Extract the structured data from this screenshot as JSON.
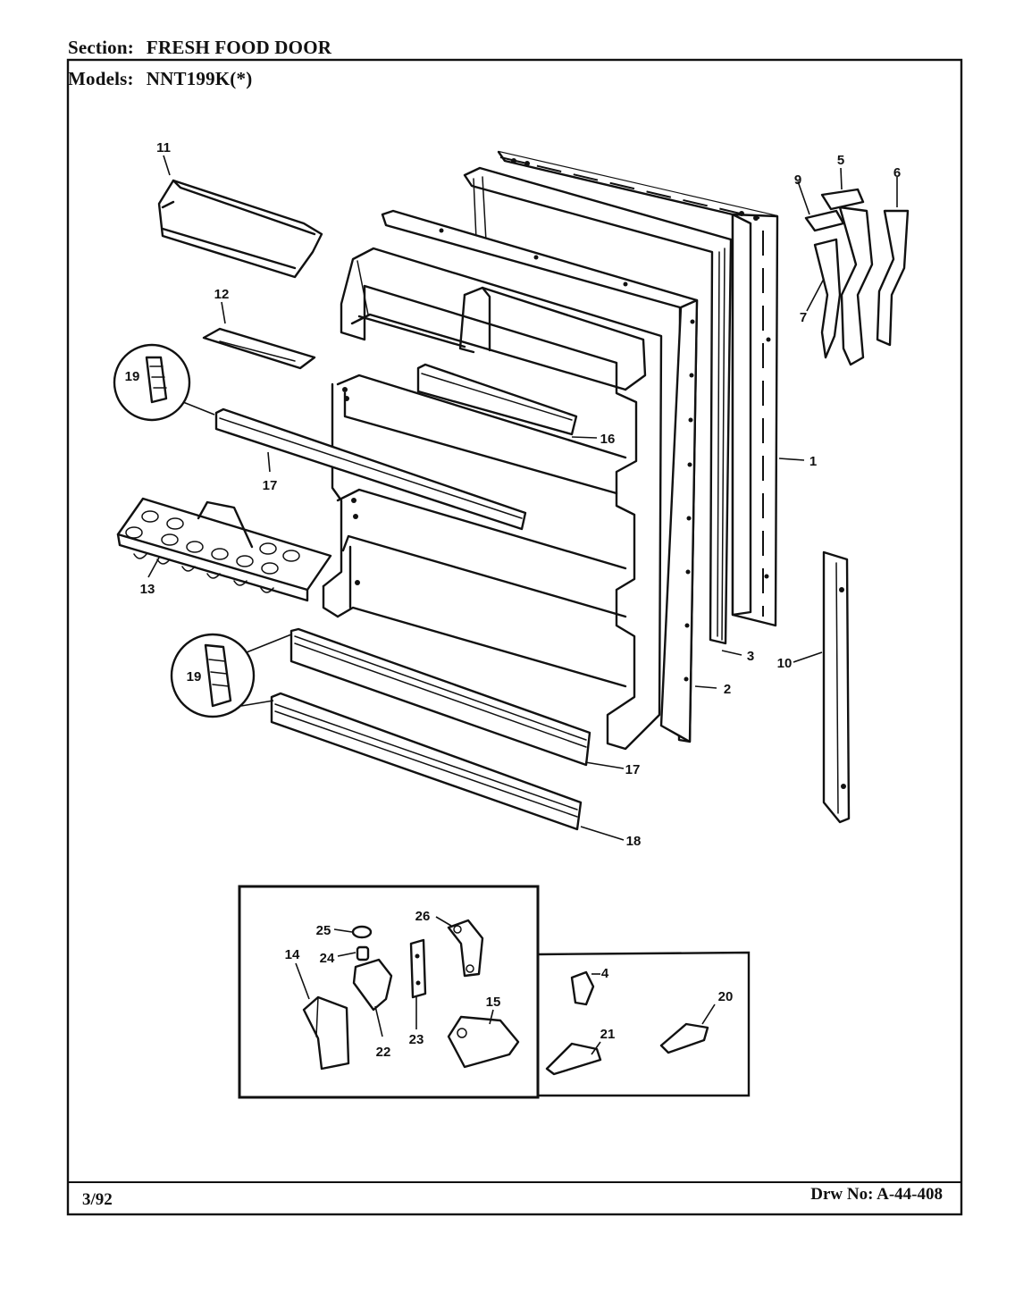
{
  "header": {
    "section_label": "Section:",
    "section_value": "FRESH FOOD DOOR",
    "models_label": "Models:",
    "models_value": "NNT199K(*)"
  },
  "footer": {
    "date": "3/92",
    "drawing_number": "Drw No: A-44-408"
  },
  "callouts": {
    "c1": "1",
    "c2": "2",
    "c3": "3",
    "c4": "4",
    "c5": "5",
    "c6": "6",
    "c7": "7",
    "c9": "9",
    "c10": "10",
    "c11": "11",
    "c12": "12",
    "c13": "13",
    "c14": "14",
    "c15": "15",
    "c16": "16",
    "c17a": "17",
    "c17b": "17",
    "c18": "18",
    "c19a": "19",
    "c19b": "19",
    "c20": "20",
    "c21": "21",
    "c22": "22",
    "c23": "23",
    "c24": "24",
    "c25": "25",
    "c26": "26"
  }
}
